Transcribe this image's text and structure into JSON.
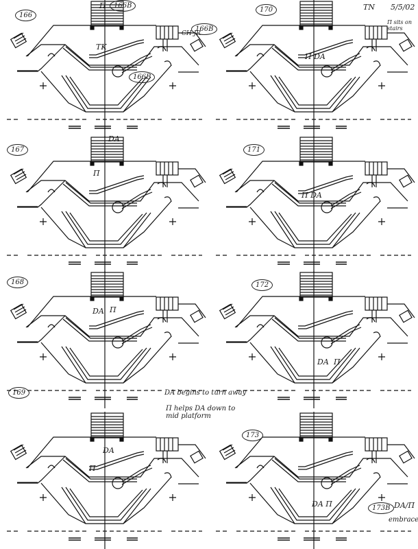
{
  "panels": [
    {
      "id": "166",
      "labels": [
        "Π",
        "166B",
        "CH JR",
        "166B",
        "TK",
        "166B"
      ]
    },
    {
      "id": "167",
      "labels": [
        "DA",
        "Π"
      ]
    },
    {
      "id": "168",
      "labels": [
        "DA",
        "Π"
      ]
    },
    {
      "id": "169",
      "labels": [
        "DA",
        "Π"
      ]
    },
    {
      "id": "170",
      "labels": [
        "Π DA"
      ]
    },
    {
      "id": "171",
      "labels": [
        "Π DA"
      ]
    },
    {
      "id": "172",
      "labels": [
        "DA",
        "Π"
      ]
    },
    {
      "id": "173",
      "labels": [
        "DA Π",
        "173B",
        "DA/Π",
        "embrace"
      ]
    }
  ],
  "header": {
    "initials": "TN",
    "date": "5/5/02",
    "note": "Π sits on stairs"
  },
  "notes": {
    "turn_away": "DA begins to turn away",
    "helps": "Π helps DA down to mid platform"
  }
}
